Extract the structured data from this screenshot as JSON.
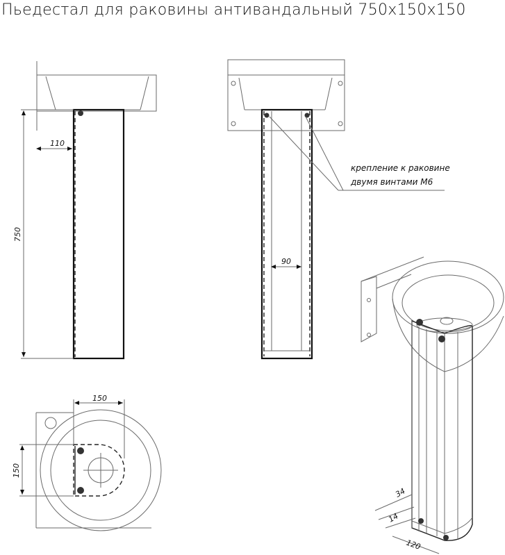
{
  "title": "Пьедестал для раковины антивандальный 750x150x150",
  "dimensions": {
    "d110": "110",
    "d750": "750",
    "d90": "90",
    "d150_top": "150",
    "d150_side": "150",
    "d34": "34",
    "d14": "14",
    "d120": "120"
  },
  "note": {
    "line1": "крепление к раковине",
    "line2": "двумя винтами М6"
  }
}
